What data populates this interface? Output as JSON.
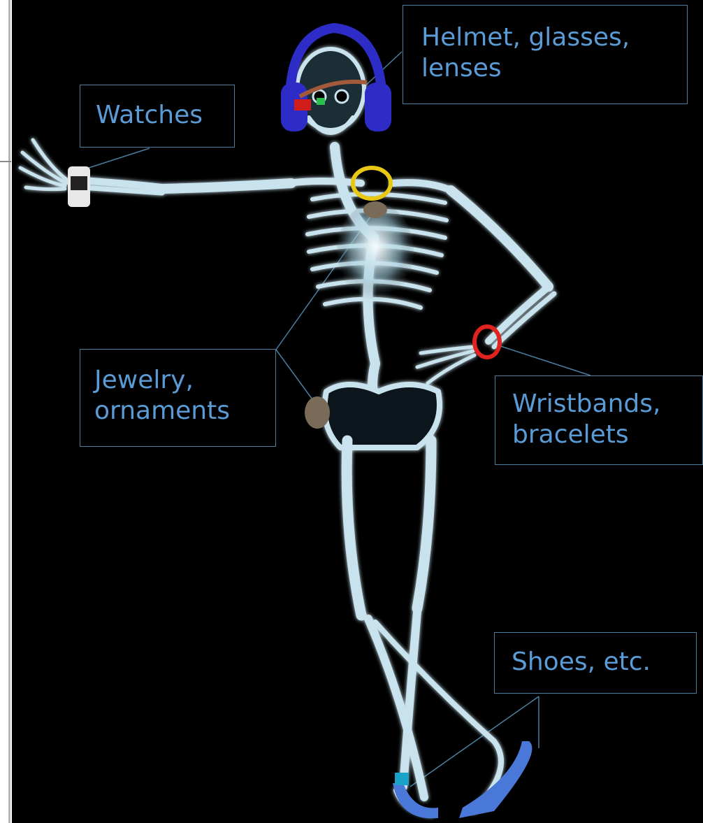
{
  "colors": {
    "background": "#000000",
    "label_text": "#5b9bd5",
    "box_border": "#4a7fa2",
    "bone": "#c9e3ee",
    "bone_glow": "#7fb3c8",
    "headphones": "#2e2cc7",
    "glasses_frame": "#a35a3a",
    "necklace": "#e8c814",
    "bracelet": "#e0231f",
    "pendant": "#7a6a58",
    "shoe": "#4a78d8",
    "watch": "#e8e8e8"
  },
  "labels": {
    "helmet": {
      "line1": "Helmet, glasses,",
      "line2": "lenses"
    },
    "watches": {
      "line1": "Watches"
    },
    "jewelry": {
      "line1": "Jewelry,",
      "line2": "ornaments"
    },
    "wristbands": {
      "line1": "Wristbands,",
      "line2": "bracelets"
    },
    "shoes": {
      "line1": "Shoes, etc."
    }
  },
  "icons": {
    "figure": "skeleton-xray",
    "head": "headphones-icon",
    "eyes": "smart-glasses-icon",
    "neck": "necklace-icon",
    "wrist_left": "smartwatch-icon",
    "wrist_right": "bracelet-icon",
    "chest": "pendant-icon",
    "hip": "pendant-icon",
    "feet": "shoe-icon"
  }
}
